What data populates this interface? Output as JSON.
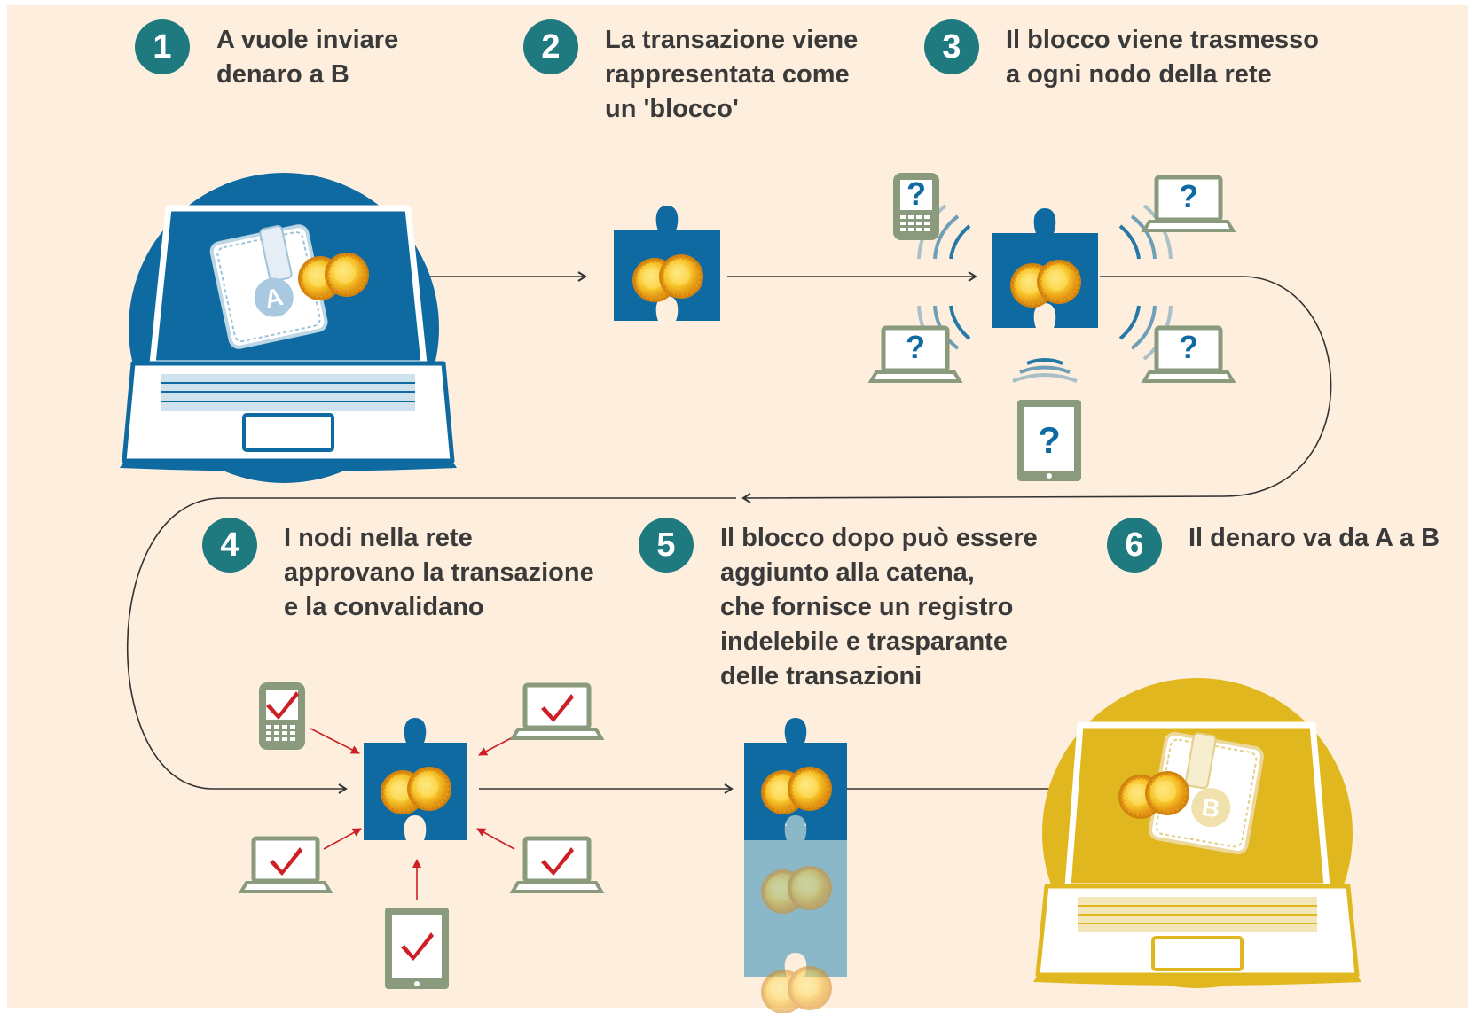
{
  "steps": [
    {
      "num": "1",
      "text": "A vuole inviare\ndenaro a B"
    },
    {
      "num": "2",
      "text": "La transazione viene\nrappresentata come\nun 'blocco'"
    },
    {
      "num": "3",
      "text": "Il blocco viene trasmesso\na ogni nodo della rete"
    },
    {
      "num": "4",
      "text": "I nodi nella rete\napprovano la transazione\ne la convalidano"
    },
    {
      "num": "5",
      "text": "Il blocco dopo può essere\naggiunto alla catena,\nche fornisce un registro\nindelebile e trasparante\ndelle transazioni"
    },
    {
      "num": "6",
      "text": "Il denaro va da A a B"
    }
  ],
  "wallet_labels": {
    "sender": "A",
    "receiver": "B"
  },
  "node_marks": {
    "unverified": "?",
    "verified": "✔"
  },
  "colors": {
    "background": "#fdeedd",
    "teal": "#1f7a80",
    "blue": "#0e6aa0",
    "gold": "#e0b71e",
    "node_gray": "#8a9a7d",
    "check_red": "#cc2026",
    "chain_faded": "#7fb3c6"
  }
}
